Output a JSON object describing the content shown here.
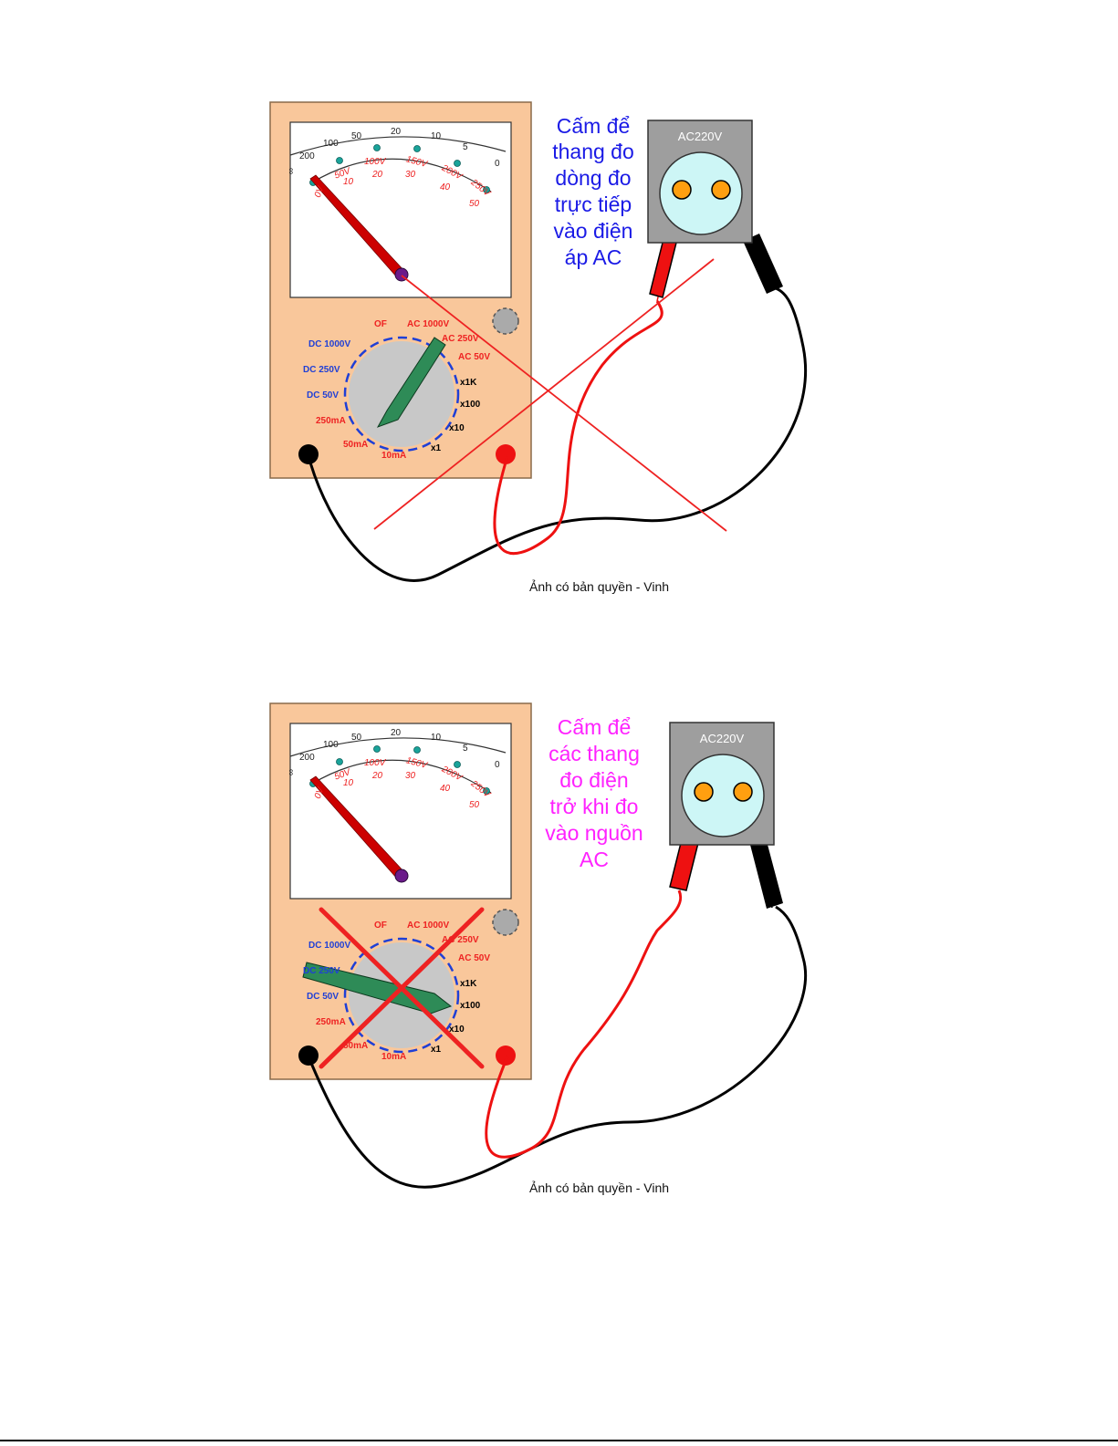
{
  "colors": {
    "meter_body": "#f9c79b",
    "meter_border": "#8a6a4a",
    "outlet_box": "#9e9e9e",
    "outlet_face": "#cdf6f6",
    "outlet_hole": "#ff9f10",
    "selector_knob": "#c8c8c8",
    "selector_ring": "#1f3fd6",
    "pointer": "#2e8b57",
    "needle": "#cc0000",
    "needle_pivot": "#6b1a8a",
    "scale_dot": "#1aa39a",
    "red_lead": "#ee1111",
    "black_lead": "#000000",
    "warning_1": "#1a1ae6",
    "warning_2": "#ff22ff",
    "cross": "#ee2222"
  },
  "panels": [
    {
      "warning_lines": [
        "Cấm để",
        "thang đo",
        "dòng đo",
        "trực tiếp",
        "vào điện",
        "áp AC"
      ],
      "caption": "Ảnh có bản quyền - Vinh"
    },
    {
      "warning_lines": [
        "Cấm để",
        "các thang",
        "đo điện",
        "trở khi đo",
        "vào nguồn",
        "AC"
      ],
      "caption": "Ảnh có bản quyền - Vinh"
    }
  ],
  "outlet_label": "AC220V",
  "scale": {
    "ohm_labels": [
      "∞",
      "200",
      "100",
      "50",
      "20",
      "10",
      "5",
      "0"
    ],
    "volt_labels": [
      "0V",
      "50V",
      "100V",
      "150V",
      "200V",
      "250V"
    ],
    "sub_labels": [
      "10",
      "20",
      "30",
      "40",
      "50"
    ]
  },
  "selector_labels": {
    "off": "OF",
    "ac1000": "AC 1000V",
    "ac250": "AC 250V",
    "ac50": "AC 50V",
    "x1k": "x1K",
    "x100": "x100",
    "x10": "x10",
    "x1": "x1",
    "ma10": "10mA",
    "ma50": "50mA",
    "ma250": "250mA",
    "dc50": "DC 50V",
    "dc250": "DC 250V",
    "dc1000": "DC 1000V"
  }
}
